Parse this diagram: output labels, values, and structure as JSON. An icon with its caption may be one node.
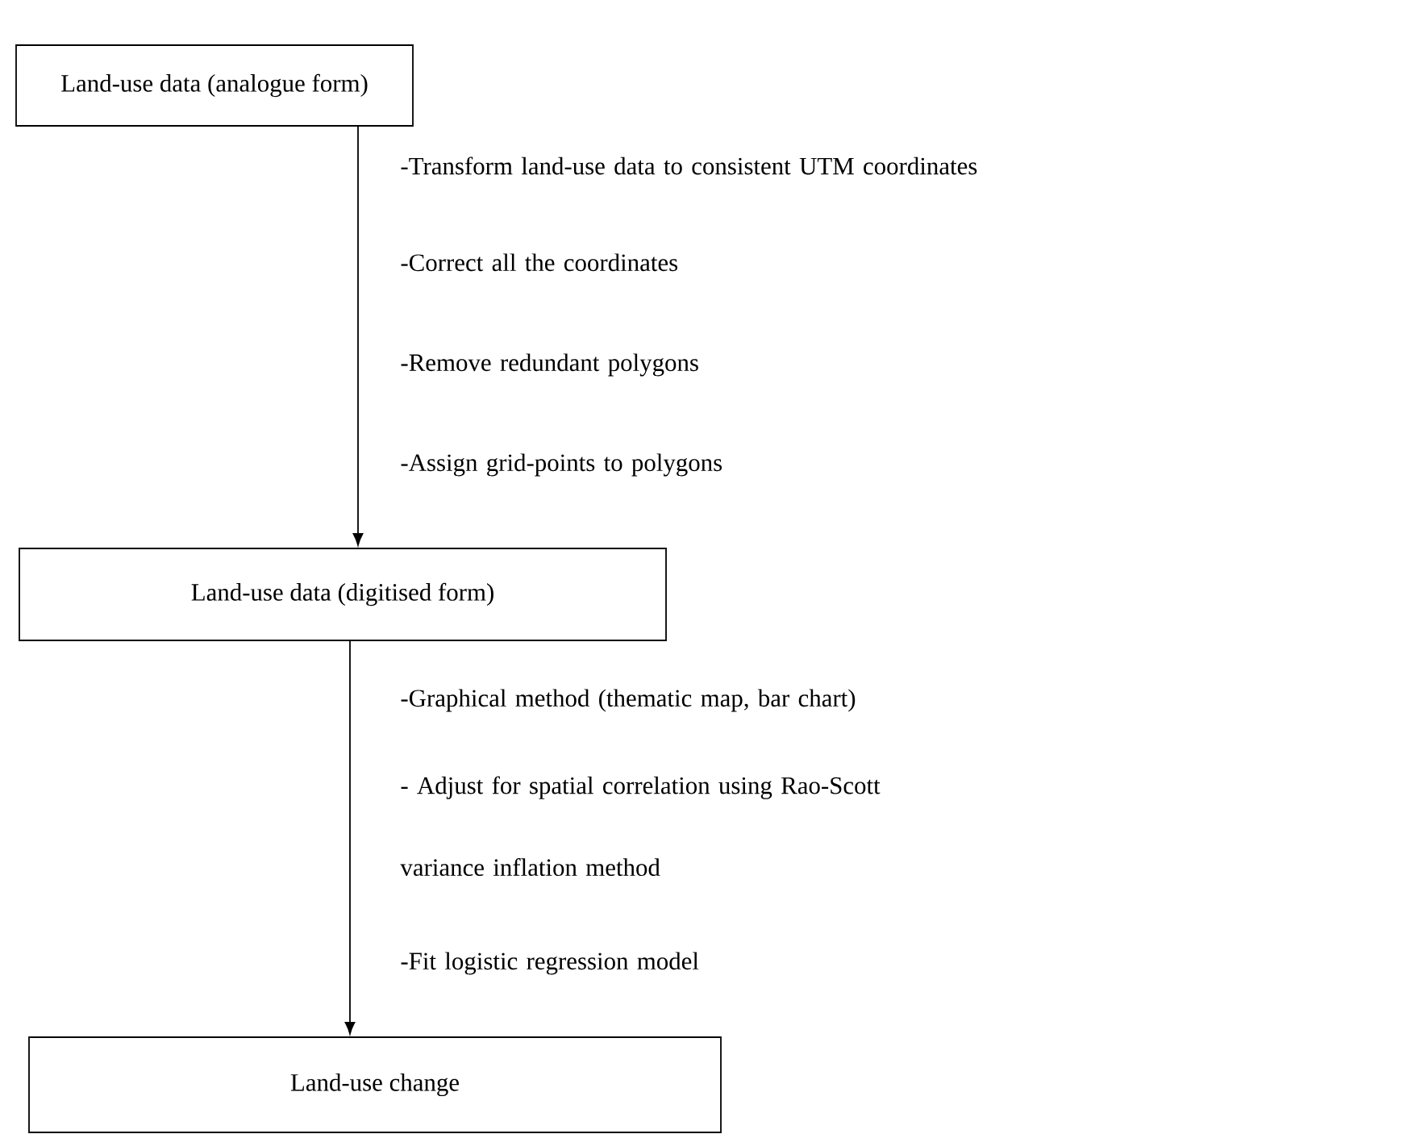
{
  "diagram": {
    "nodes": [
      {
        "text": [
          "Land-use data (analogue form)"
        ]
      },
      {
        "text": [
          "Land-use data (digitised form)"
        ]
      },
      {
        "text": [
          "Land-use change"
        ]
      }
    ],
    "edges": [
      {
        "from": 0,
        "to": 1,
        "arrow": "to"
      },
      {
        "from": 1,
        "to": 2,
        "arrow": "to"
      }
    ],
    "labels": [
      "-Transform land-use data to consistent UTM coordinates",
      "-Correct all the coordinates",
      "-Remove redundant polygons",
      "-Assign grid-points to polygons",
      "-Graphical method (thematic map, bar chart)",
      "- Adjust for spatial correlation using Rao-Scott variance inflation method",
      "-Fit logistic regression model"
    ]
  }
}
